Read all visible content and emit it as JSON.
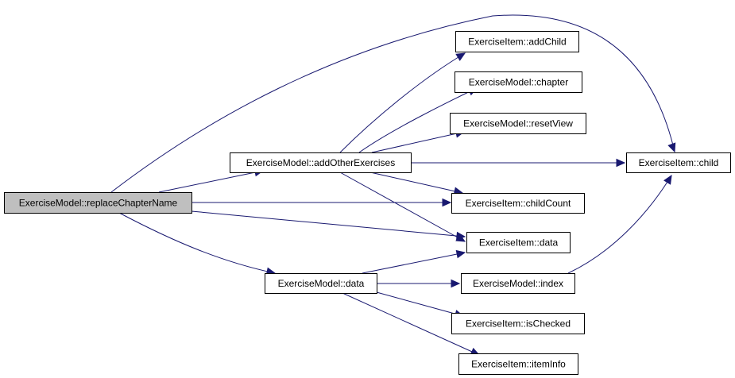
{
  "graph": {
    "nodes": [
      {
        "id": "replaceChapterName",
        "label": "ExerciseModel::replaceChapterName",
        "highlight": true
      },
      {
        "id": "addOtherExercises",
        "label": "ExerciseModel::addOtherExercises"
      },
      {
        "id": "modelData",
        "label": "ExerciseModel::data"
      },
      {
        "id": "addChild",
        "label": "ExerciseItem::addChild"
      },
      {
        "id": "chapter",
        "label": "ExerciseModel::chapter"
      },
      {
        "id": "resetView",
        "label": "ExerciseModel::resetView"
      },
      {
        "id": "child",
        "label": "ExerciseItem::child"
      },
      {
        "id": "childCount",
        "label": "ExerciseItem::childCount"
      },
      {
        "id": "itemData",
        "label": "ExerciseItem::data"
      },
      {
        "id": "index",
        "label": "ExerciseModel::index"
      },
      {
        "id": "isChecked",
        "label": "ExerciseItem::isChecked"
      },
      {
        "id": "itemInfo",
        "label": "ExerciseItem::itemInfo"
      }
    ],
    "edges": [
      {
        "from": "replaceChapterName",
        "to": "addOtherExercises"
      },
      {
        "from": "replaceChapterName",
        "to": "child"
      },
      {
        "from": "replaceChapterName",
        "to": "childCount"
      },
      {
        "from": "replaceChapterName",
        "to": "itemData"
      },
      {
        "from": "replaceChapterName",
        "to": "modelData"
      },
      {
        "from": "addOtherExercises",
        "to": "addChild"
      },
      {
        "from": "addOtherExercises",
        "to": "chapter"
      },
      {
        "from": "addOtherExercises",
        "to": "resetView"
      },
      {
        "from": "addOtherExercises",
        "to": "child"
      },
      {
        "from": "addOtherExercises",
        "to": "childCount"
      },
      {
        "from": "addOtherExercises",
        "to": "itemData"
      },
      {
        "from": "modelData",
        "to": "itemData"
      },
      {
        "from": "modelData",
        "to": "index"
      },
      {
        "from": "modelData",
        "to": "isChecked"
      },
      {
        "from": "modelData",
        "to": "itemInfo"
      },
      {
        "from": "index",
        "to": "child"
      }
    ],
    "colors": {
      "edge": "#191970",
      "highlight_fill": "#bfbfbf",
      "node_fill": "#ffffff",
      "node_border": "#000000"
    }
  }
}
